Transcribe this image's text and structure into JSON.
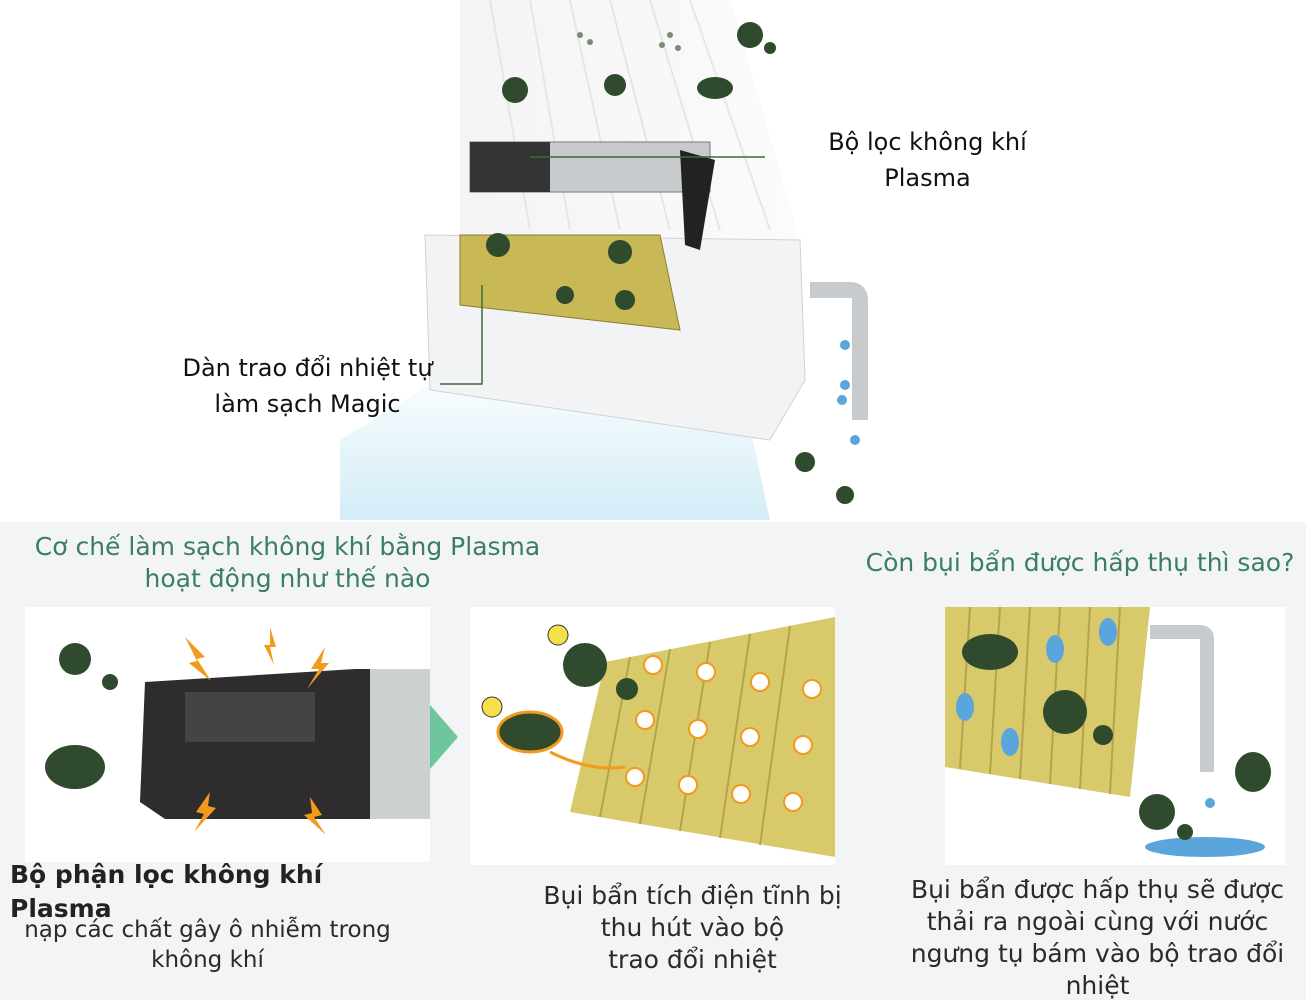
{
  "top": {
    "label_filter": [
      "Bộ lọc không khí",
      "Plasma"
    ],
    "label_coil": [
      "Dàn trao đổi nhiệt tự",
      "làm sạch Magic"
    ]
  },
  "sections": {
    "left_heading": [
      "Cơ chế làm sạch không khí bằng Plasma",
      "hoạt động như thế nào"
    ],
    "right_heading": "Còn bụi bẩn được hấp thụ thì sao?"
  },
  "panels": [
    {
      "title": "Bộ phận lọc không khí Plasma",
      "caption": [
        "nạp các chất gây ô nhiễm trong",
        "không khí"
      ]
    },
    {
      "caption": [
        "Bụi bẩn tích điện tĩnh bị",
        "thu hút vào bộ",
        "trao đổi nhiệt"
      ]
    },
    {
      "caption": [
        "Bụi bẩn được hấp thụ sẽ được",
        "thải ra ngoài cùng với nước",
        "ngưng tụ bám vào bộ trao đổi",
        "nhiệt"
      ]
    }
  ],
  "colors": {
    "heading": "#3a7f5f",
    "germ": "#2f4a2c",
    "coil": "#d8c96a",
    "water": "#5aa6dc",
    "spark": "#f29a1c"
  }
}
